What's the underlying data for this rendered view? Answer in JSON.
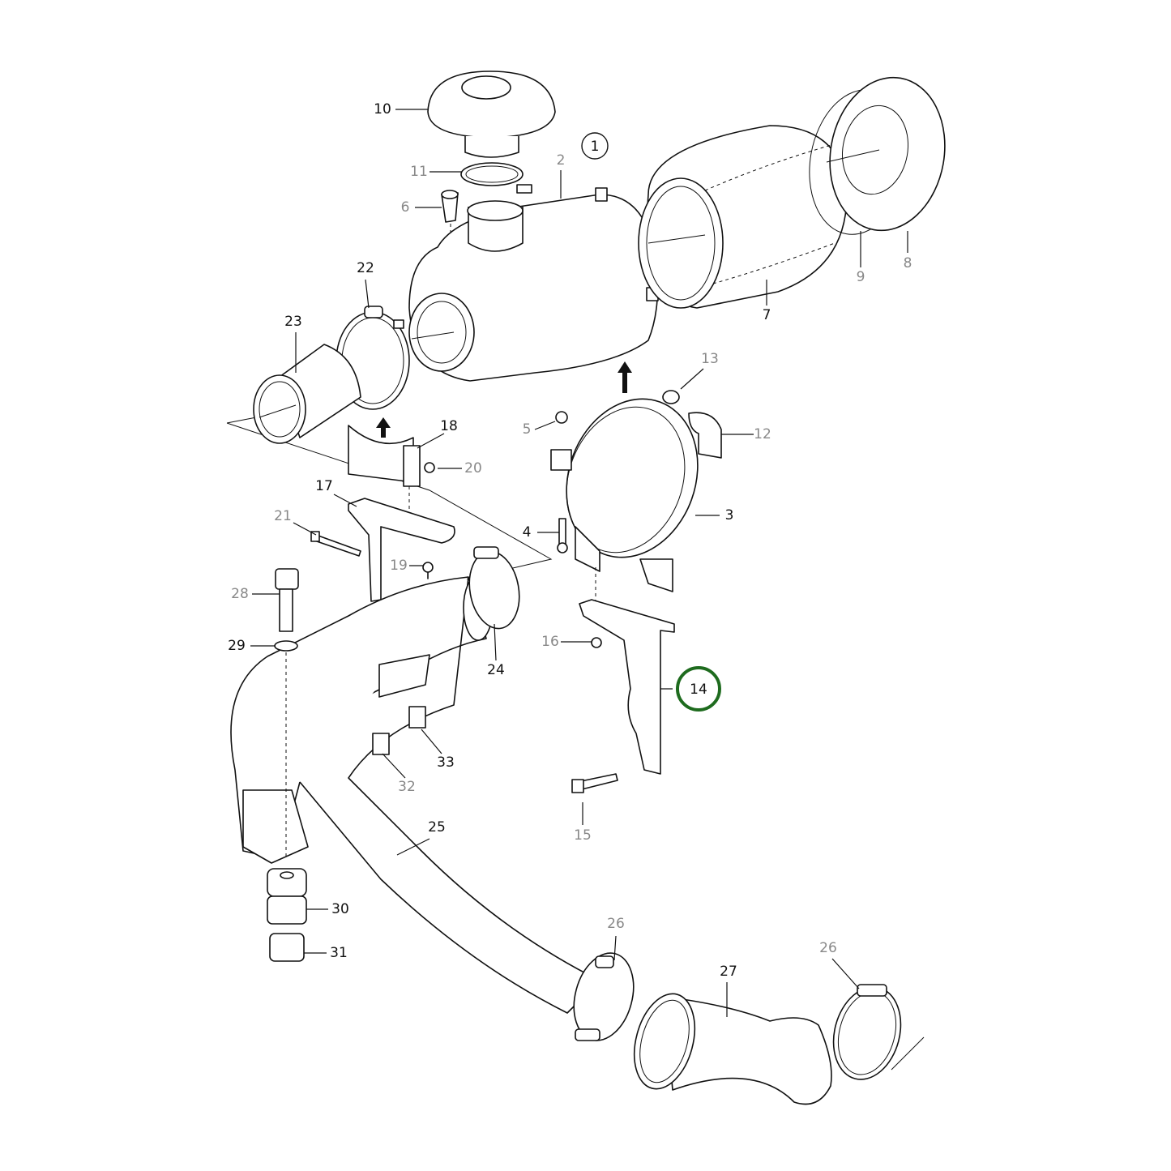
{
  "diagram": {
    "type": "exploded parts diagram",
    "assembly_ref": "1",
    "highlighted_part": "14",
    "highlight_color": "#1e6b1e",
    "labels": {
      "p1": "1",
      "p2": "2",
      "p3": "3",
      "p4": "4",
      "p5": "5",
      "p6": "6",
      "p7": "7",
      "p8": "8",
      "p9": "9",
      "p10": "10",
      "p11": "11",
      "p12": "12",
      "p13": "13",
      "p14": "14",
      "p15": "15",
      "p16": "16",
      "p17": "17",
      "p18": "18",
      "p19": "19",
      "p20": "20",
      "p21": "21",
      "p22": "22",
      "p23": "23",
      "p24": "24",
      "p25": "25",
      "p26a": "26",
      "p26b": "26",
      "p27": "27",
      "p28": "28",
      "p29": "29",
      "p30": "30",
      "p31": "31",
      "p32": "32",
      "p33": "33"
    }
  }
}
